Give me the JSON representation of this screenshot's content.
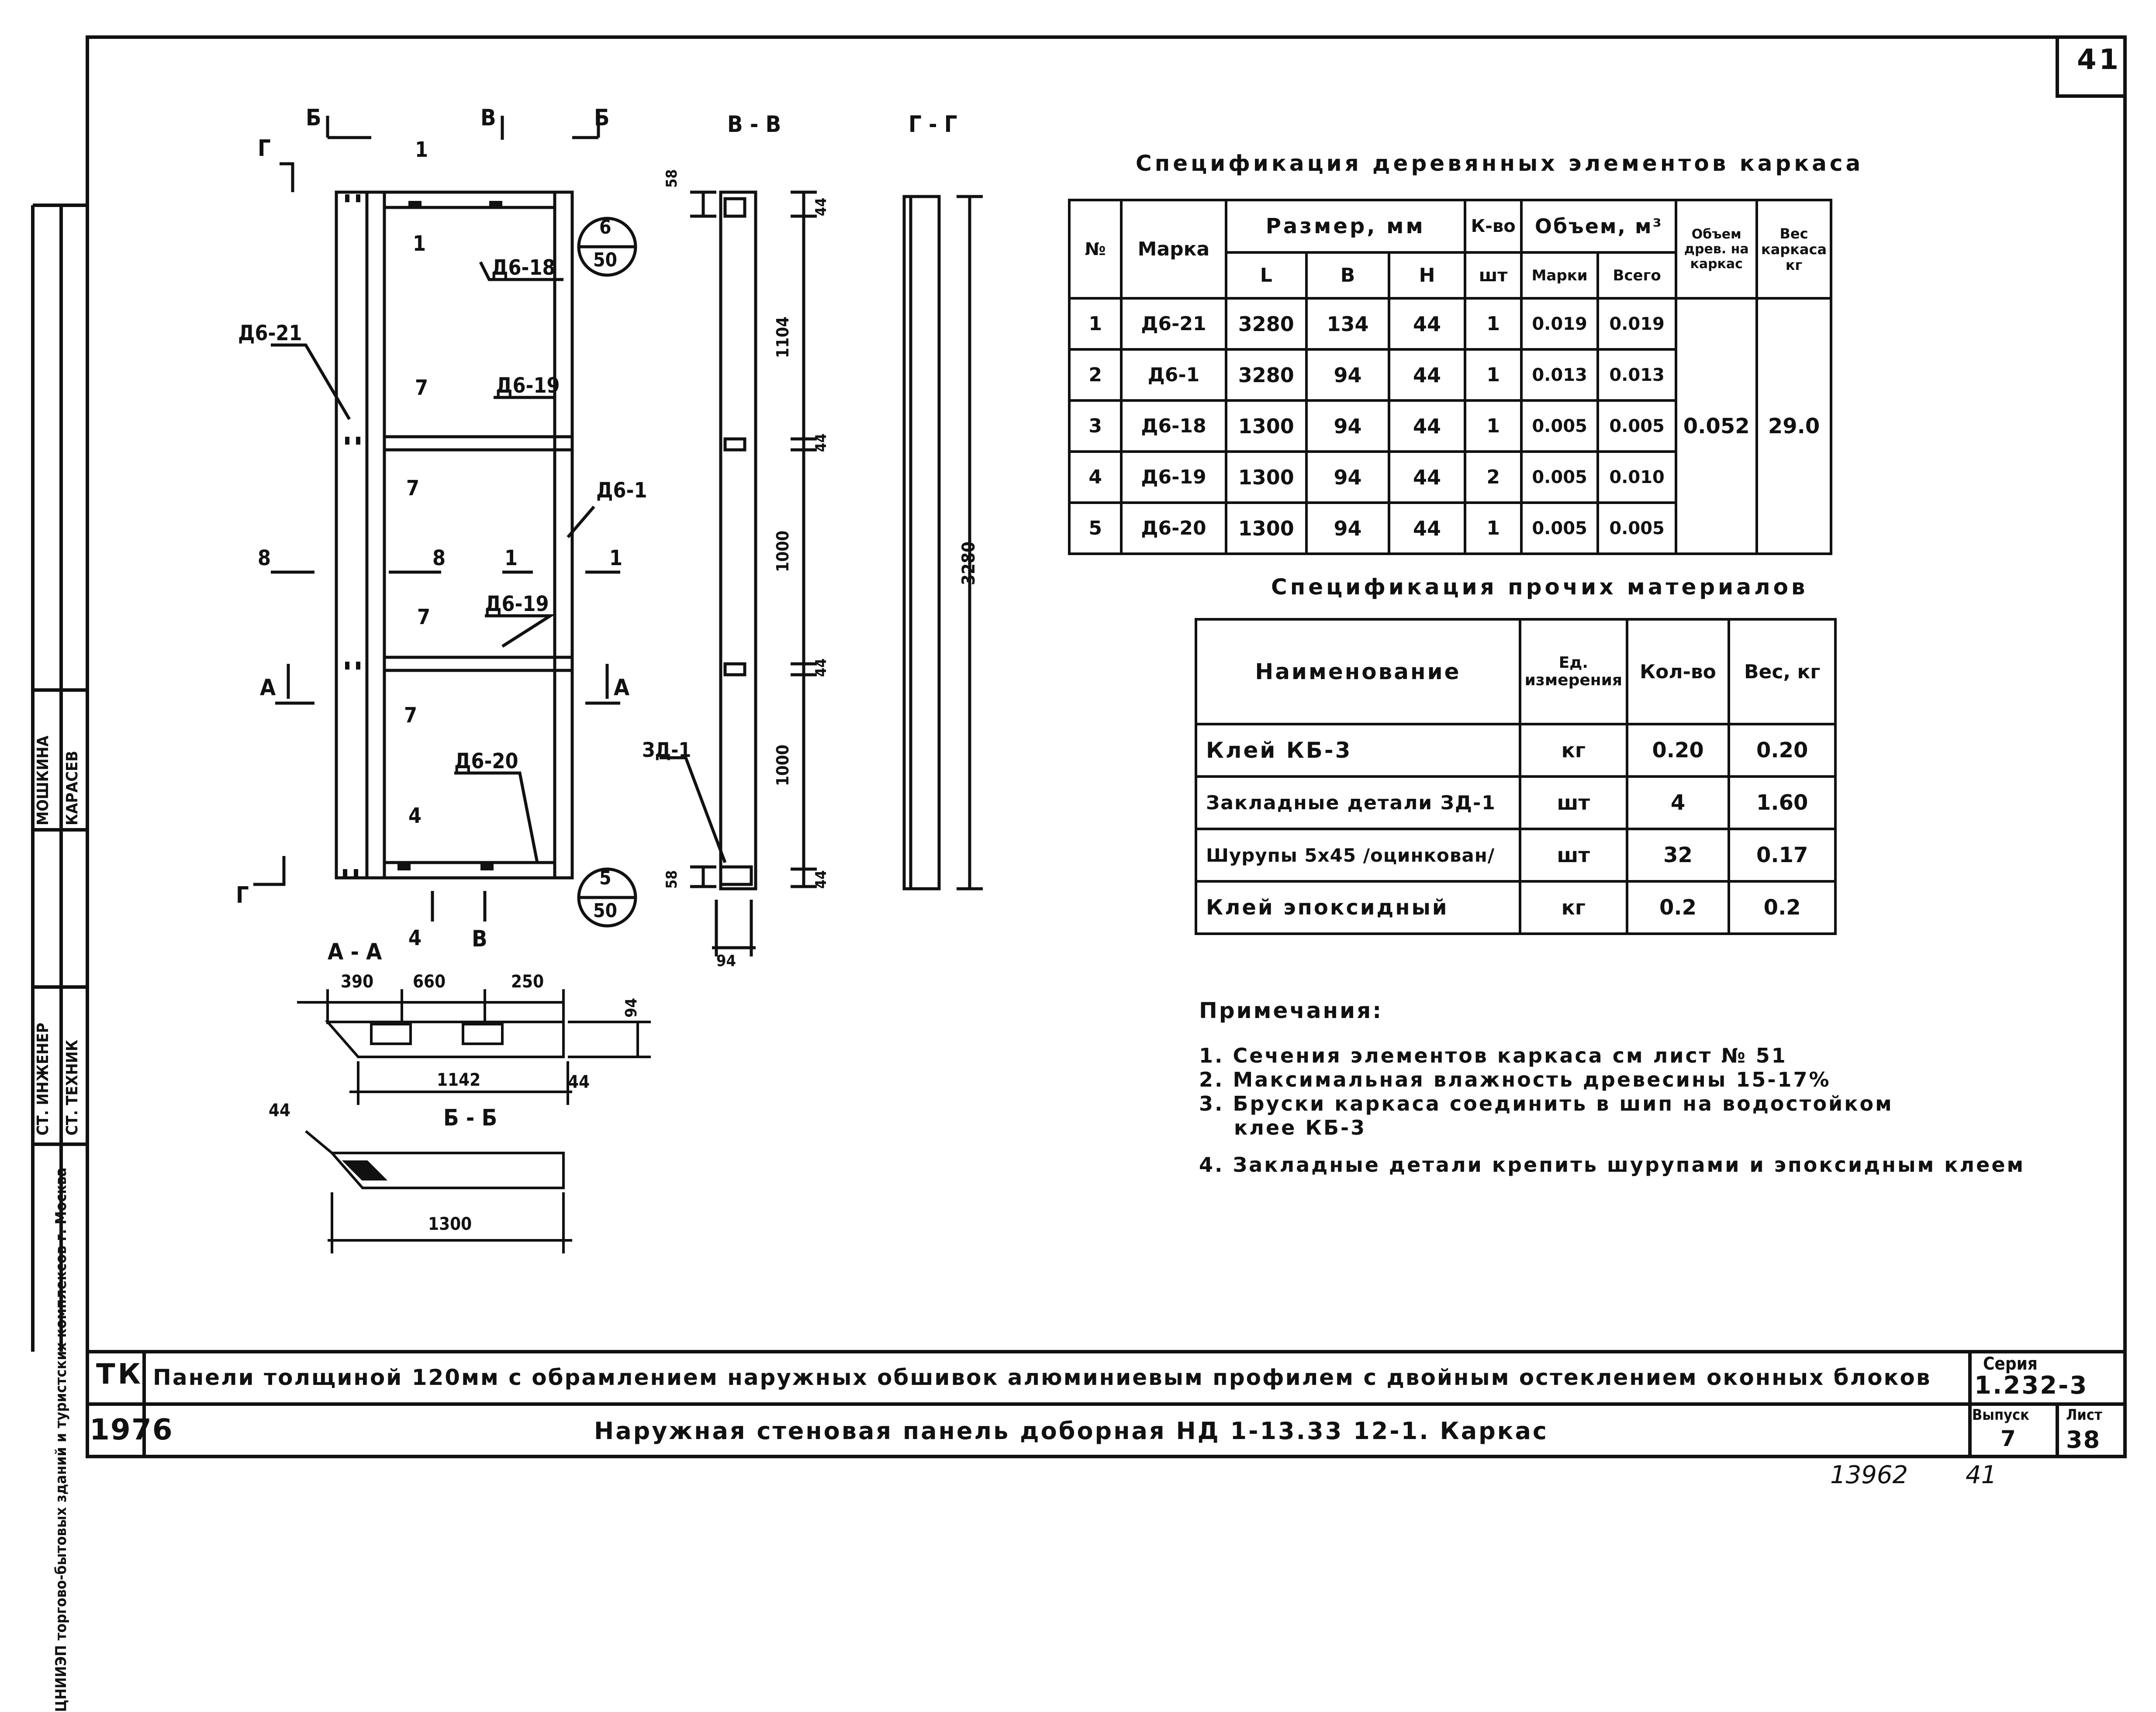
{
  "sheet": {
    "number_top": "41",
    "org_vertical": "ЦНИИЭП торгово-бытовых зданий и туристских комплексов г. Москва",
    "roles": [
      "СТ. ИНЖЕНЕР",
      "СТ. ТЕХНИК"
    ],
    "names": [
      "МОШКИНА",
      "КАРАСЕВ"
    ],
    "tk": "ТК",
    "year": "1976",
    "title_main": "Панели толщиной 120мм с обрамлением наружных обшивок алюминиевым профилем с двойным остеклением оконных блоков",
    "title_sub": "Наружная стеновая панель доборная НД 1-13.33 12-1. Каркас",
    "series_label": "Серия",
    "series_value": "1.232-3",
    "issue_label": "Выпуск",
    "issue_value": "7",
    "sheet_label": "Лист",
    "sheet_value": "38",
    "bottom_number": "13962",
    "bottom_sheet": "41"
  },
  "drawing": {
    "section_bb_top_left": "Б",
    "section_bb_top_right": "Б",
    "section_gg_left": "Г",
    "section_gg_bottom": "Г",
    "section_aa_left": "А",
    "section_aa_right": "А",
    "section_vv_top": "В",
    "section_vv_bottom": "В",
    "marks": [
      "1",
      "1",
      "7",
      "7",
      "7",
      "7",
      "8",
      "8",
      "1",
      "1",
      "4",
      "4"
    ],
    "callouts": [
      "Д6-21",
      "Д6-18",
      "Д6-19",
      "Д6-1",
      "Д6-19",
      "Д6-20"
    ],
    "node_top": {
      "num": "6",
      "sheet": "50"
    },
    "node_bottom": {
      "num": "5",
      "sheet": "50"
    },
    "view_vv": "В - В",
    "view_gg": "Г - Г",
    "vv_dims": [
      "58",
      "44",
      "1104",
      "44",
      "1000",
      "44",
      "1000",
      "58",
      "44",
      "94"
    ],
    "vv_label": "ЗД-1",
    "gg_dim": "3280",
    "view_aa": "А - А",
    "aa_dims": [
      "390",
      "660",
      "250",
      "94",
      "1142",
      "44"
    ],
    "view_bb": "Б - Б",
    "bb_dims": [
      "44",
      "1300"
    ]
  },
  "spec_wood": {
    "title": "Спецификация деревянных элементов каркаса",
    "headers": {
      "num": "№",
      "mark": "Марка",
      "size": "Размер, мм",
      "L": "L",
      "B": "B",
      "H": "H",
      "qty": "К-во",
      "qty_unit": "шт",
      "volume": "Объем, м³",
      "vol_mark": "Марки",
      "vol_total": "Всего",
      "vol_frame": "Объем древ. на каркас",
      "weight": "Вес каркаса кг"
    },
    "rows": [
      {
        "n": "1",
        "mark": "Д6-21",
        "L": "3280",
        "B": "134",
        "H": "44",
        "qty": "1",
        "vm": "0.019",
        "vt": "0.019"
      },
      {
        "n": "2",
        "mark": "Д6-1",
        "L": "3280",
        "B": "94",
        "H": "44",
        "qty": "1",
        "vm": "0.013",
        "vt": "0.013"
      },
      {
        "n": "3",
        "mark": "Д6-18",
        "L": "1300",
        "B": "94",
        "H": "44",
        "qty": "1",
        "vm": "0.005",
        "vt": "0.005"
      },
      {
        "n": "4",
        "mark": "Д6-19",
        "L": "1300",
        "B": "94",
        "H": "44",
        "qty": "2",
        "vm": "0.005",
        "vt": "0.010"
      },
      {
        "n": "5",
        "mark": "Д6-20",
        "L": "1300",
        "B": "94",
        "H": "44",
        "qty": "1",
        "vm": "0.005",
        "vt": "0.005"
      }
    ],
    "frame_volume": "0.052",
    "frame_weight": "29.0"
  },
  "spec_other": {
    "title": "Спецификация прочих материалов",
    "headers": {
      "name": "Наименование",
      "unit": "Ед. измерения",
      "qty": "Кол-во",
      "weight": "Вес, кг"
    },
    "rows": [
      {
        "name": "Клей КБ-3",
        "unit": "кг",
        "qty": "0.20",
        "weight": "0.20"
      },
      {
        "name": "Закладные детали ЗД-1",
        "unit": "шт",
        "qty": "4",
        "weight": "1.60"
      },
      {
        "name": "Шурупы 5х45 /оцинкован/",
        "unit": "шт",
        "qty": "32",
        "weight": "0.17"
      },
      {
        "name": "Клей эпоксидный",
        "unit": "кг",
        "qty": "0.2",
        "weight": "0.2"
      }
    ]
  },
  "notes": {
    "title": "Примечания:",
    "items": [
      "1. Сечения элементов каркаса см лист № 51",
      "2. Максимальная влажность древесины 15-17%",
      "3. Бруски каркаса соединить в шип на водостойком",
      "    клее КБ-3",
      "4. Закладные детали крепить шурупами и эпоксидным клеем"
    ]
  }
}
